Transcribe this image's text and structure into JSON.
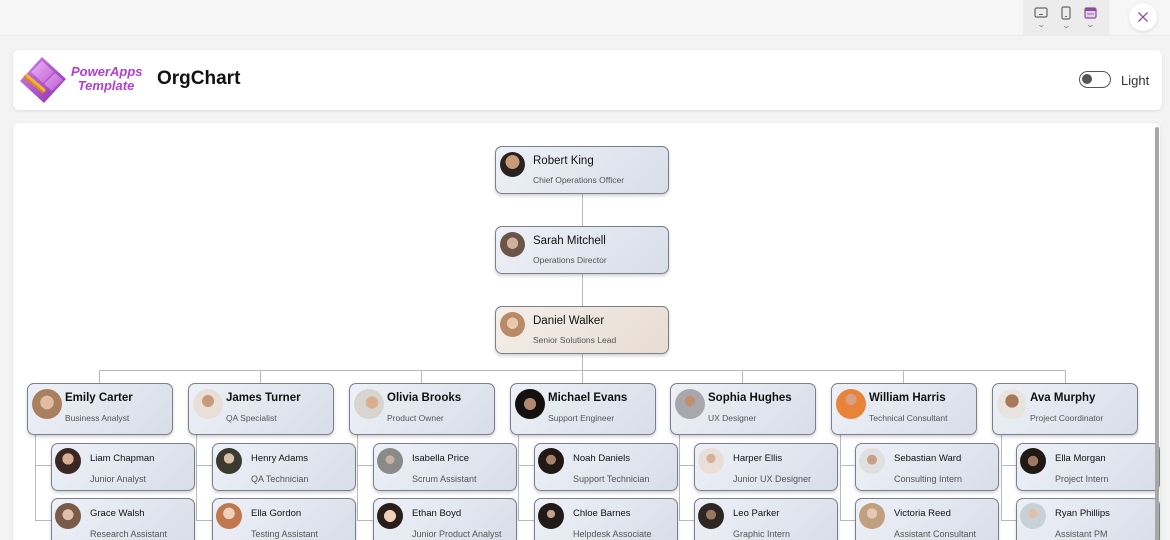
{
  "topbar": {
    "device_buttons": [
      {
        "icon": "desktop-icon",
        "chevron": "chevron-down-icon"
      },
      {
        "icon": "phone-icon",
        "chevron": "chevron-down-icon"
      },
      {
        "icon": "tablet-calendar-icon",
        "chevron": "chevron-down-icon",
        "active_color": "#8b4f9c"
      }
    ],
    "close_icon": "close-icon",
    "close_color": "#8b4f9c"
  },
  "header": {
    "logo_line1": "PowerApps",
    "logo_line2": "Template",
    "title": "OrgChart",
    "theme_toggle_label": "Light",
    "theme_toggle_on": false
  },
  "colors": {
    "accent": "#b43ecf",
    "card_border": "#7a7f88",
    "card_gradient_start": "#eef1f7",
    "card_gradient_end": "#d8dde9",
    "highlight_start": "#f4efea",
    "highlight_end": "#e7dcd2",
    "connector": "#b9b9b9"
  },
  "org": {
    "chain": [
      {
        "name": "Robert King",
        "role": "Chief Operations Officer",
        "avatar_color": "#8b6a52"
      },
      {
        "name": "Sarah Mitchell",
        "role": "Operations Director",
        "avatar_color": "#7a6a60"
      },
      {
        "name": "Daniel Walker",
        "role": "Senior Solutions Lead",
        "avatar_color": "#c8a58a",
        "highlighted": true
      }
    ],
    "managers": [
      {
        "name": "Emily Carter",
        "role": "Business Analyst",
        "avatar_color": "#c9a486",
        "reports": [
          {
            "name": "Liam Chapman",
            "role": "Junior Analyst",
            "avatar_color": "#5a3a32"
          },
          {
            "name": "Grace Walsh",
            "role": "Research Assistant",
            "avatar_color": "#8a6a58"
          }
        ]
      },
      {
        "name": "James Turner",
        "role": "QA Specialist",
        "avatar_color": "#c8b8a6",
        "reports": [
          {
            "name": "Henry Adams",
            "role": "QA Technician",
            "avatar_color": "#6a6a5a"
          },
          {
            "name": "Ella Gordon",
            "role": "Testing Assistant",
            "avatar_color": "#c89878"
          }
        ]
      },
      {
        "name": "Olivia Brooks",
        "role": "Product Owner",
        "avatar_color": "#c8a892",
        "reports": [
          {
            "name": "Isabella Price",
            "role": "Scrum Assistant",
            "avatar_color": "#9a9a98"
          },
          {
            "name": "Ethan Boyd",
            "role": "Junior Product Analyst",
            "avatar_color": "#3a2a26"
          }
        ]
      },
      {
        "name": "Michael Evans",
        "role": "Support Engineer",
        "avatar_color": "#2a2220",
        "reports": [
          {
            "name": "Noah Daniels",
            "role": "Support Technician",
            "avatar_color": "#3a2e2a"
          },
          {
            "name": "Chloe Barnes",
            "role": "Helpdesk Associate",
            "avatar_color": "#4a3a32"
          }
        ]
      },
      {
        "name": "Sophia Hughes",
        "role": "UX Designer",
        "avatar_color": "#b8b2ac",
        "reports": [
          {
            "name": "Harper Ellis",
            "role": "Junior UX Designer",
            "avatar_color": "#c8b0a0"
          },
          {
            "name": "Leo Parker",
            "role": "Graphic Intern",
            "avatar_color": "#4a3c34"
          }
        ]
      },
      {
        "name": "William Harris",
        "role": "Technical Consultant",
        "avatar_color": "#e0883a",
        "reports": [
          {
            "name": "Sebastian Ward",
            "role": "Consulting Intern",
            "avatar_color": "#9a8a7c"
          },
          {
            "name": "Victoria Reed",
            "role": "Assistant Consultant",
            "avatar_color": "#c8a88c"
          }
        ]
      },
      {
        "name": "Ava Murphy",
        "role": "Project Coordinator",
        "avatar_color": "#7a5a48",
        "reports": [
          {
            "name": "Ella Morgan",
            "role": "Project Intern",
            "avatar_color": "#3a2c26"
          },
          {
            "name": "Ryan Phillips",
            "role": "Assistant PM",
            "avatar_color": "#b8b8bc"
          }
        ]
      }
    ]
  }
}
